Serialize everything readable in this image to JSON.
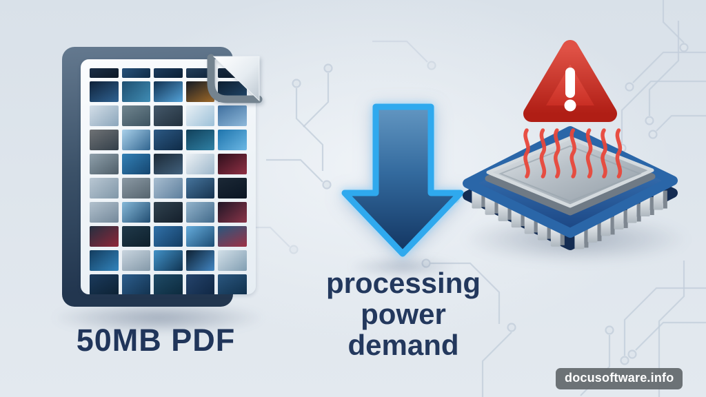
{
  "scene": {
    "pdf_label": "50MB PDF",
    "demand_lines": [
      "processing",
      "power",
      "demand"
    ],
    "watermark": "docusoftware.info"
  },
  "colors": {
    "background": "#dee5ec",
    "trace": "#c3cedb",
    "text_navy": "#22375c",
    "arrow_border": "#2fa9ee",
    "arrow_top": "#6296c1",
    "arrow_mid": "#336a9e",
    "arrow_bottom": "#123460",
    "back_page_top": "#64798f",
    "back_page_bottom": "#22364f",
    "page_light": "#fafcfe",
    "page_dark": "#e6edf3",
    "fold_band": "#74838f",
    "warn_red_light": "#f3685a",
    "warn_red_dark": "#c3261c",
    "heat_wave": "#e8473a",
    "chip_top": "#4488cc",
    "chip_bottom": "#1b4582",
    "chip_underside": "#142c52",
    "die_light": "#e9edf0",
    "die_dark": "#8e99a3",
    "pin_light": "#f2f5f7",
    "pin_dark": "#aeb7bf",
    "pin_side": "#7e8791",
    "badge_bg": "rgba(99,104,109,0.93)",
    "badge_text": "#ffffff",
    "glow_dot": "#43bdf0"
  },
  "thumbnails": {
    "columns": 5,
    "rows": 10,
    "styles": [
      "155,#1a2e47,#0c1826",
      "140,#27517a,#102c47",
      "150,#1c3c5e,#0a1f35",
      "160,#233f5c,#0f2238",
      "145,#16293f,#081523",
      "150,#0f2138,#2f6292",
      "135,#1f4f70,#3f8cb4",
      "145,#123252,#53a2d8",
      "150,#141a24,#a06a28",
      "150,#0d1e30,#234a6e",
      "140,#d3dee8,#8ba6bb",
      "150,#70858f,#3d5360",
      "145,#44586a,#22303c",
      "135,#e8f0f5,#9cc0d8",
      "150,#3f6f9e,#8fb9da",
      "150,#6f7275,#333f49",
      "135,#a9d0ea,#31658f",
      "145,#2c5984,#0f2b47",
      "150,#11405a,#2f80a4",
      "140,#1e74ac,#6cb7e4",
      "145,#8fa0ab,#4e5e69",
      "140,#3380b5,#154670",
      "150,#1c2a37,#41607c",
      "135,#ecf1f5,#9db7cb",
      "145,#2e0f1c,#903044",
      "140,#b9c7d3,#8097a8",
      "150,#8b99a4,#55646e",
      "135,#a7bdd0,#5e7f9d",
      "145,#46749c,#16334f",
      "155,#1b2836,#0a1522",
      "150,#b2c1cd,#73889a",
      "135,#85b8d8,#224e72",
      "145,#30424f,#141f2b",
      "140,#93b4cc,#41698a",
      "140,#1f1626,#8a3448",
      "145,#232f40,#8f2638",
      "150,#20394a,#0e202c",
      "135,#3171a9,#133c62",
      "140,#65acdc,#1c4c74",
      "155,#27587f,#9e3044",
      "140,#133c5e,#3284bc",
      "150,#c8d4de,#8499a9",
      "135,#4292c8,#103452",
      "135,#0d2032,#4286c2",
      "140,#d2dfe8,#819eb2",
      "150,#1b3a5c,#0d2234",
      "140,#2c5d8c,#133350",
      "145,#1f4a66,#0c2a3d",
      "135,#24436b,#102744",
      "150,#2a567e,#10304c"
    ]
  },
  "chip": {
    "pins_per_side": 7,
    "heat_waves": 7
  }
}
